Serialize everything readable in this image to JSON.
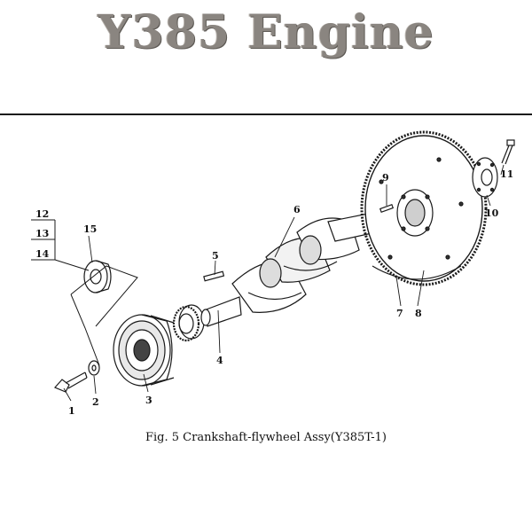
{
  "header": {
    "title": "Y385 Engine"
  },
  "figure": {
    "caption": "Fig. 5 Crankshaft-flywheel Assy(Y385T-1)"
  },
  "callouts": {
    "c1": "1",
    "c2": "2",
    "c3": "3",
    "c4": "4",
    "c5": "5",
    "c6": "6",
    "c7": "7",
    "c8": "8",
    "c9": "9",
    "c10": "10",
    "c11": "11",
    "c12": "12",
    "c13": "13",
    "c14": "14",
    "c15": "15"
  },
  "colors": {
    "title": "#8a8580",
    "line": "#1a1a1a",
    "background": "#ffffff"
  }
}
